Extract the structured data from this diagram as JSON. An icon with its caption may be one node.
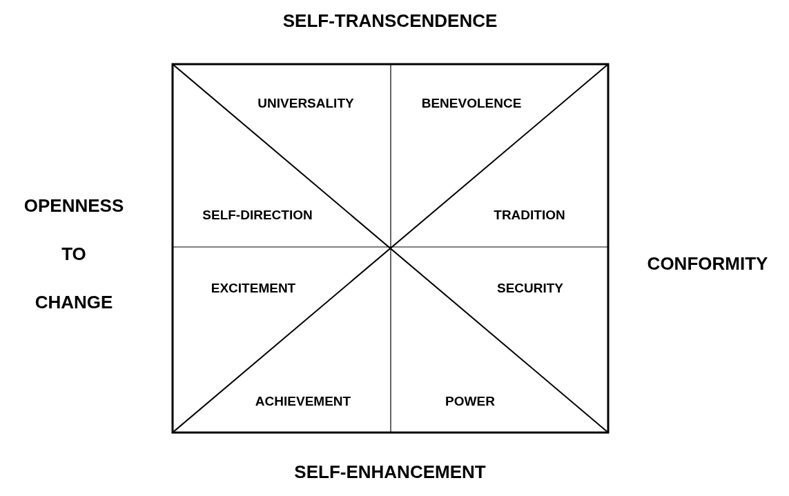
{
  "diagram": {
    "labels": [
      "SELF-TRANSCENDENCE",
      "UNIVERSALITY",
      "BENEVOLENCE",
      "OPENNESS TO CHANGE",
      "SELF-DIRECTION",
      "TRADITION",
      "CONFORMITY",
      "EXCITEMENT",
      "SECURITY",
      "ACHIEVEMENT",
      "POWER",
      "SELF-ENHANCEMENT"
    ]
  }
}
